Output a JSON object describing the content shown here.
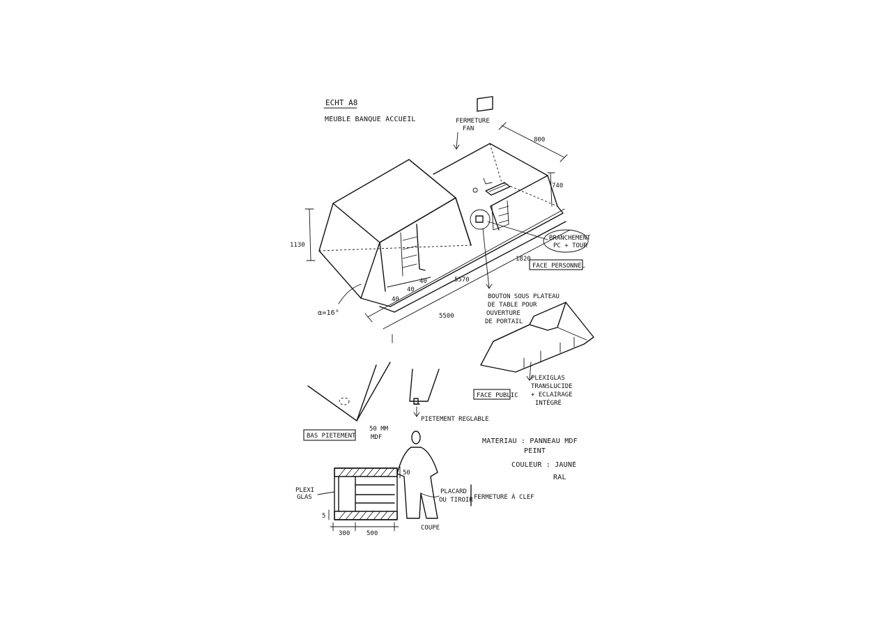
{
  "header": {
    "title": "ECHT A8",
    "subtitle": "MEUBLE BANQUE ACCUEIL"
  },
  "labels": {
    "fermeture_line1": "FERMETURE",
    "fermeture_line2": "FAN",
    "dim_800": "800",
    "dim_740": "740",
    "dim_1130": "1130",
    "dim_5570": "5570",
    "dim_1820": "1820",
    "dim_5500": "5500",
    "angle": "α=16°",
    "dim_40a": "40",
    "dim_40b": "40",
    "dim_40c": "40",
    "branchement_line1": "BRANCHEMENT",
    "branchement_line2": "PC + TOUR",
    "face_personnel": "FACE PERSONNEL",
    "bouton_line1": "BOUTON SOUS PLATEAU",
    "bouton_line2": "DE TABLE POUR",
    "bouton_line3": "OUVERTURE",
    "bouton_line4": "DE PORTAIL",
    "face_public": "FACE PUBLIC",
    "plexi_line1": "PLEXIGLAS",
    "plexi_line2": "TRANSLUCIDE",
    "plexi_line3": "+ ECLAIRAGE",
    "plexi_line4": "INTÉGRÉ",
    "bas_pietement": "BAS PIETEMENT",
    "mdf_line1": "50 MM",
    "mdf_line2": "MDF",
    "pietement_reglable": "PIETEMENT REGLABLE",
    "materiau_line1": "MATERIAU : PANNEAU MDF",
    "materiau_line2": "PEINT",
    "couleur_line1": "COULEUR : JAUNE",
    "couleur_line2": "RAL",
    "plexi_glas_line1": "PLEXI",
    "plexi_glas_line2": "GLAS",
    "placard_line1": "PLACARD",
    "placard_line2": "OU TIROIR",
    "fermeture_cle": "FERMETURE À CLEF",
    "dim_50": "50",
    "dim_5": "5",
    "dim_300": "300",
    "dim_500": "500",
    "coupe": "COUPE"
  }
}
